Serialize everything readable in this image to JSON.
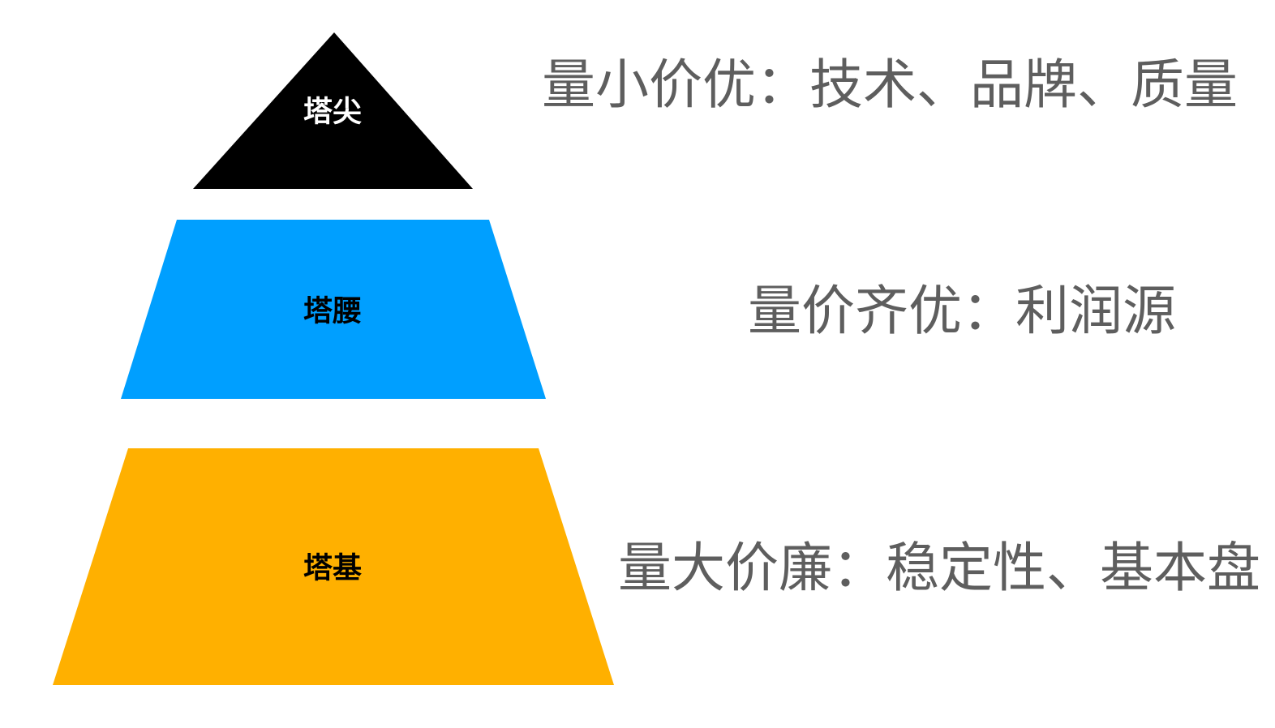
{
  "colors": {
    "background": "#FFFFFF",
    "annotation_text": "#5E5E5E"
  },
  "pyramid": {
    "tiers": [
      {
        "key": "top",
        "label": "塔尖",
        "fill": "#000000",
        "label_color": "#FFFFFF",
        "annotation": "量小价优：技术、品牌、质量"
      },
      {
        "key": "middle",
        "label": "塔腰",
        "fill": "#009FFF",
        "label_color": "#000000",
        "annotation": "量价齐优：利润源"
      },
      {
        "key": "bottom",
        "label": "塔基",
        "fill": "#FFB000",
        "label_color": "#000000",
        "annotation": "量大价廉：稳定性、基本盘"
      }
    ]
  }
}
